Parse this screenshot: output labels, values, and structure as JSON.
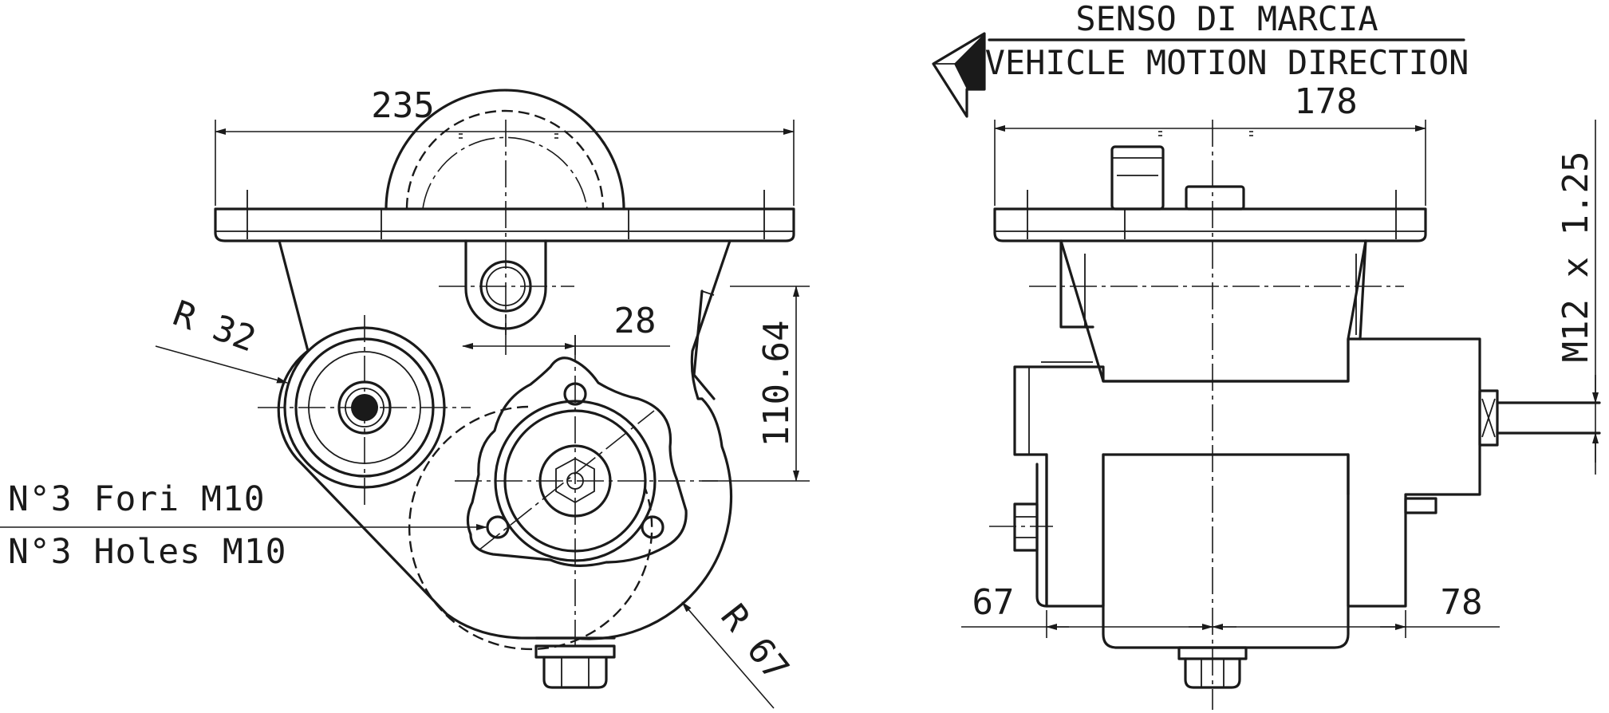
{
  "direction": {
    "title_it": "SENSO DI MARCIA",
    "title_en": "VEHICLE MOTION DIRECTION"
  },
  "front_view": {
    "width_dim": "235",
    "spacing_dim": "28",
    "height_dim": "110.64",
    "radius_small": "R 32",
    "radius_large": "R 67",
    "holes_it": "N°3 Fori M10",
    "holes_en": "N°3 Holes M10"
  },
  "side_view": {
    "width_dim": "178",
    "thread_dim": "M12 x 1.25",
    "left_offset_dim": "67",
    "right_offset_dim": "78"
  }
}
